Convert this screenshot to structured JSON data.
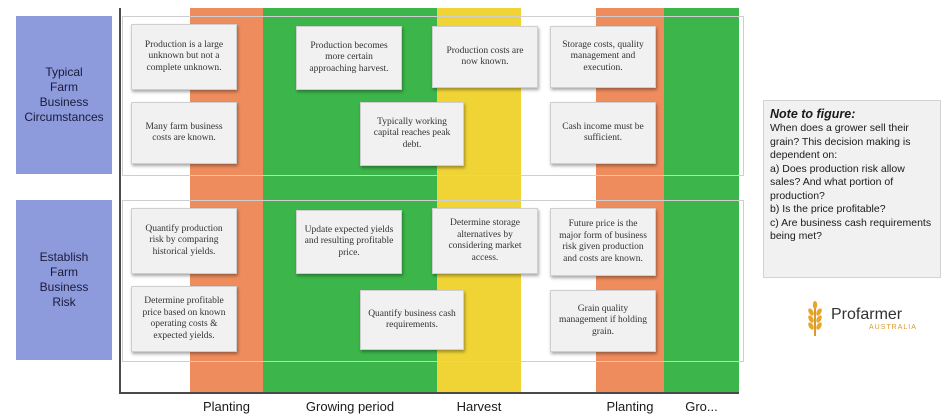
{
  "row_labels": {
    "circumstances": "Typical\nFarm\nBusiness\nCircumstances",
    "risk": "Establish\nFarm\nBusiness\nRisk"
  },
  "phases": [
    "Planting",
    "Growing period",
    "Harvest",
    "Planting",
    "Gro..."
  ],
  "cards": {
    "c1": "Production is a large unknown but not a complete unknown.",
    "c2": "Production becomes more certain approaching harvest.",
    "c3": "Production costs are now known.",
    "c4": "Storage costs, quality management and execution.",
    "c5": "Many farm business costs are known.",
    "c6": "Typically working capital reaches peak debt.",
    "c7": "Cash income must be sufficient.",
    "r1": "Quantify production risk by comparing historical yields.",
    "r2": "Update expected yields and resulting profitable price.",
    "r3": "Determine storage alternatives by considering market access.",
    "r4": "Future price is the major form of business risk given production and costs are known.",
    "r5": "Determine profitable price based on known operating costs & expected yields.",
    "r6": "Quantify business cash requirements.",
    "r7": "Grain quality management if holding grain."
  },
  "note": {
    "title": "Note to figure:",
    "lines": [
      "When does a grower sell their grain? This decision making is dependent on:",
      "a) Does production risk allow sales? And what portion of production?",
      "b) Is the price profitable?",
      "c) Are business cash requirements being met?"
    ]
  },
  "logo": {
    "name": "Profarmer",
    "sub": "AUSTRALIA"
  },
  "colors": {
    "planting": "#ef8c5d",
    "growing": "#3cb64a",
    "harvest": "#f0d435",
    "row_label": "#8d9bdc"
  }
}
